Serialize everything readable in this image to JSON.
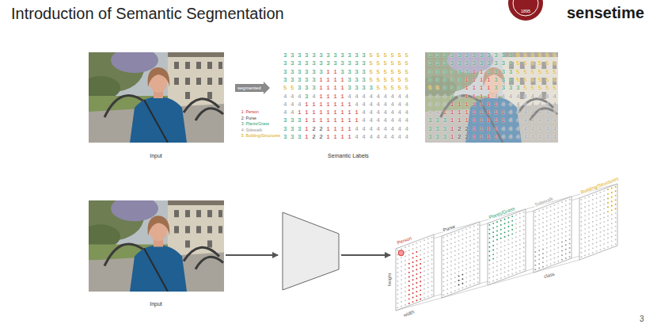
{
  "diagram": {
    "title": "Introduction of Semantic Segmentation",
    "nodes": [
      {
        "text": [
          "segmented"
        ]
      }
    ],
    "labels": [
      "Input",
      "Semantic Labels",
      "3 3 3 3 3 3 3 3 3 3 3 3 5 5 5 5 5 5",
      "3 3 3 3 3 3 3 3 3 3 3 3 5 5 5 5 5 5",
      "3 3 3 3 3 3 1 1 3 3 3 3 5 5 5 5 5 5",
      "3 3 3 3 3 1 1 1 1 3 3 3 5 5 5 5 5 5",
      "5 5 3 3 3 1 1 1 1 3 3 3 3 5 5 5 5 5",
      "4 4 4 3 4 1 1 1 1 4 4 4 4 4 4 4 4 4",
      "4 4 4 1 1 1 1 1 1 1 4 4 4 4 4 4 4 4",
      "4 4 1 1 1 1 1 1 1 1 1 4 4 4 4 4 4 4",
      "3 3 3 1 1 1 1 1 1 1 1 4 4 4 4 4 4 4",
      "3 3 3 1 2 2 1 1 1 1 4 4 4 4 4 4 4 4",
      "3 3 3 1 2 2 1 1 1 1 4 4 4 4 4 4 4 4",
      "3 3 3 3 3 3 3 3 3 3 3 3 5 5 5 5 5 5",
      "3 3 3 3 3 3 3 3 3 3 3 3 5 5 5 5 5 5",
      "3 3 3 3 3 3 1 1 3 3 3 3 5 5 5 5 5 5",
      "3 3 3 3 3 1 1 1 1 3 3 3 5 5 5 5 5 5",
      "5 5 3 3 3 1 1 1 1 3 3 3 3 5 5 5 5 5",
      "4 4 4 3 4 1 1 1 1 4 4 4 4 4 4 4 4 4",
      "4 4 4 1 1 1 1 1 1 1 4 4 4 4 4 4 4 4",
      "4 4 1 1 1 1 1 1 1 1 1 4 4 4 4 4 4 4",
      "3 3 3 1 1 1 1 1 1 1 1 4 4 4 4 4 4 4",
      "3 3 3 1 2 2 1 1 1 1 4 4 4 4 4 4 4 4",
      "3 3 3 1 2 2 1 1 1 1 4 4 4 4 4 4 4 4",
      "Input",
      "Person",
      "Purse",
      "Plants/Grass",
      "Sidewalk",
      "Building/Structures",
      "height",
      "width",
      "class",
      "sensetime",
      "1895",
      "3"
    ],
    "legend": [
      {
        "text": "1: Person",
        "color": "#d0312d"
      },
      {
        "text": "2: Purse",
        "color": "#444444"
      },
      {
        "text": "3: Plants/Grass",
        "color": "#2e9e6a"
      },
      {
        "text": "4: Sidewalk",
        "color": "#9a9a9a"
      },
      {
        "text": "5: Building/Structures",
        "color": "#d9a900"
      }
    ]
  }
}
